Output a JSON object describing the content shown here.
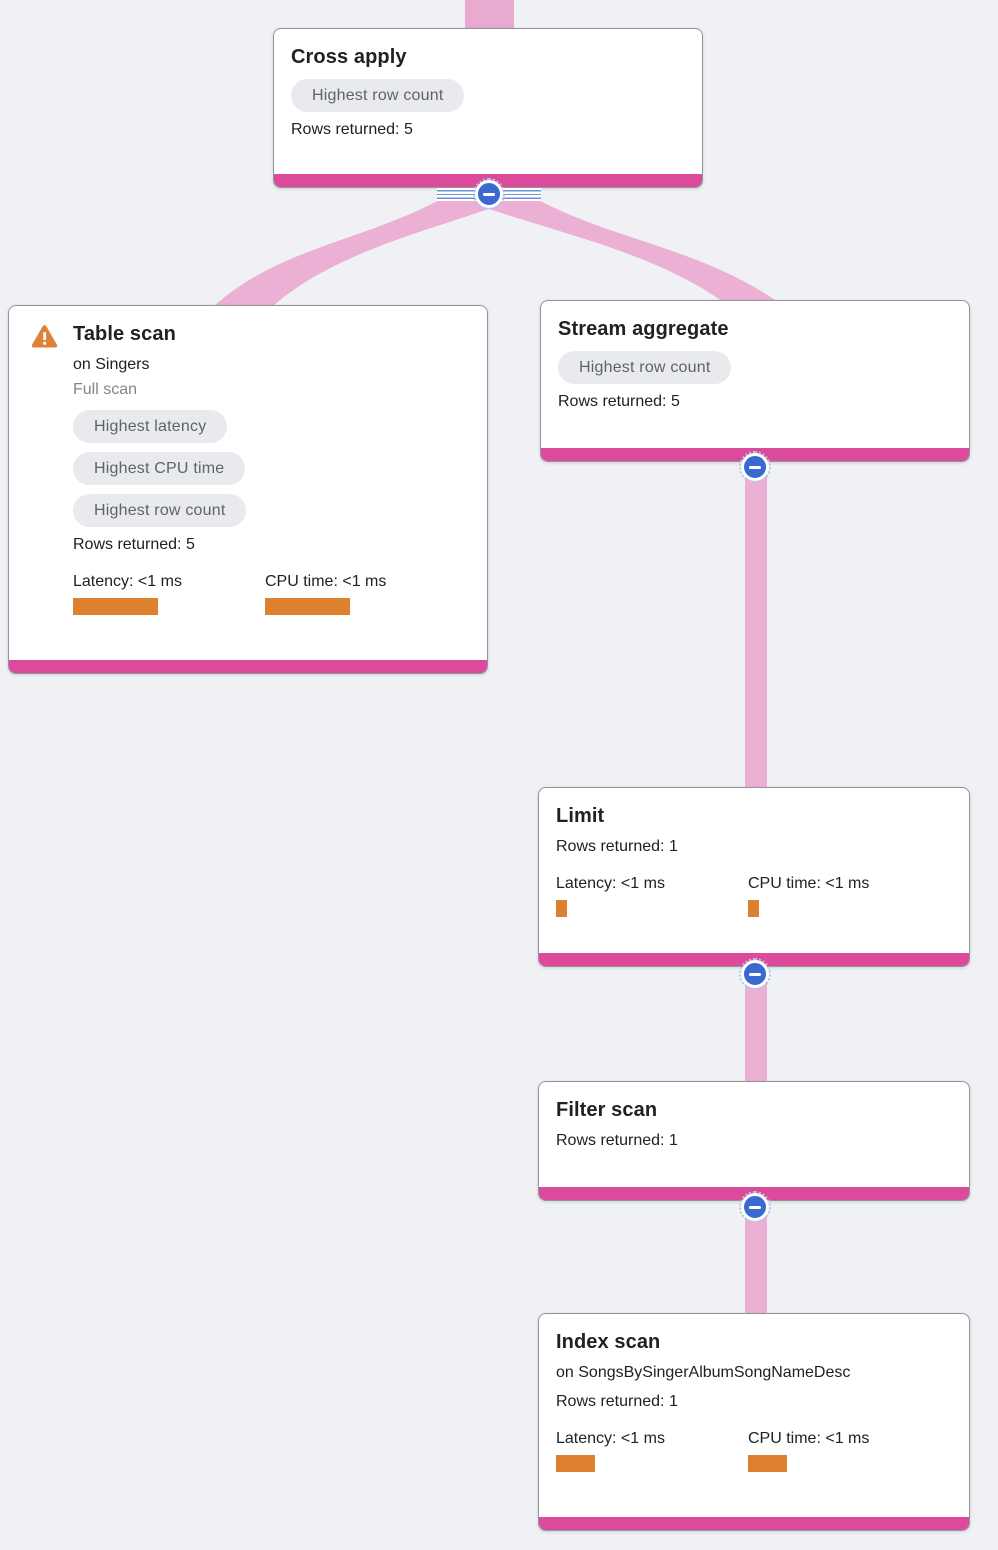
{
  "diagram": {
    "background_color": "#eff1f4",
    "edge_color": "#ecb0d5",
    "footer_bar_color": "#dc4a9c",
    "collapse_button_color": "#3a6ad1",
    "metric_bar_color": "#dd8030",
    "warning_icon_color": "#e0813a",
    "collapse_icon": "minus",
    "nodes": [
      {
        "id": "cross-apply",
        "title": "Cross apply",
        "badges": [
          "Highest row count"
        ],
        "rows": "Rows returned: 5"
      },
      {
        "id": "table-scan",
        "title": "Table scan",
        "warning": true,
        "on": "on Singers",
        "note": "Full scan",
        "badges": [
          "Highest latency",
          "Highest CPU time",
          "Highest row count"
        ],
        "rows": "Rows returned: 5",
        "latency": "Latency: <1 ms",
        "cpu": "CPU time: <1 ms"
      },
      {
        "id": "stream-aggregate",
        "title": "Stream aggregate",
        "badges": [
          "Highest row count"
        ],
        "rows": "Rows returned: 5"
      },
      {
        "id": "limit",
        "title": "Limit",
        "rows": "Rows returned: 1",
        "latency": "Latency: <1 ms",
        "cpu": "CPU time: <1 ms"
      },
      {
        "id": "filter-scan",
        "title": "Filter scan",
        "rows": "Rows returned: 1"
      },
      {
        "id": "index-scan",
        "title": "Index scan",
        "on": "on SongsBySingerAlbumSongNameDesc",
        "rows": "Rows returned: 1",
        "latency": "Latency: <1 ms",
        "cpu": "CPU time: <1 ms"
      }
    ]
  }
}
